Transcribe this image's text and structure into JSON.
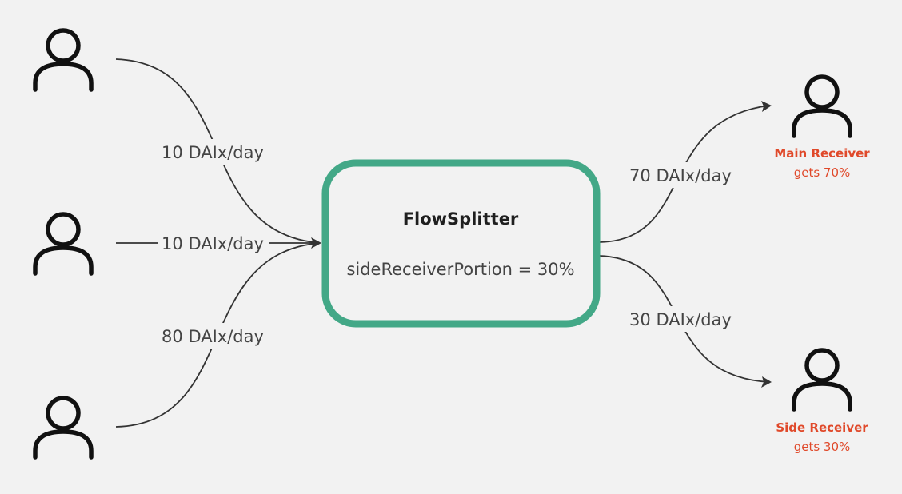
{
  "colors": {
    "background": "#f2f2f2",
    "box_border": "#43a887",
    "receiver_text": "#e0492a"
  },
  "senders": [
    {
      "icon": "person-icon",
      "flow_label": "10 DAIx/day"
    },
    {
      "icon": "person-icon",
      "flow_label": "10 DAIx/day"
    },
    {
      "icon": "person-icon",
      "flow_label": "80 DAIx/day"
    }
  ],
  "splitter": {
    "title": "FlowSplitter",
    "setting": "sideReceiverPortion = 30%"
  },
  "outflows": {
    "main_label": "70 DAIx/day",
    "side_label": "30 DAIx/day"
  },
  "receivers": {
    "main": {
      "icon": "person-icon",
      "name": "Main Receiver",
      "share": "gets 70%"
    },
    "side": {
      "icon": "person-icon",
      "name": "Side Receiver",
      "share": "gets 30%"
    }
  }
}
